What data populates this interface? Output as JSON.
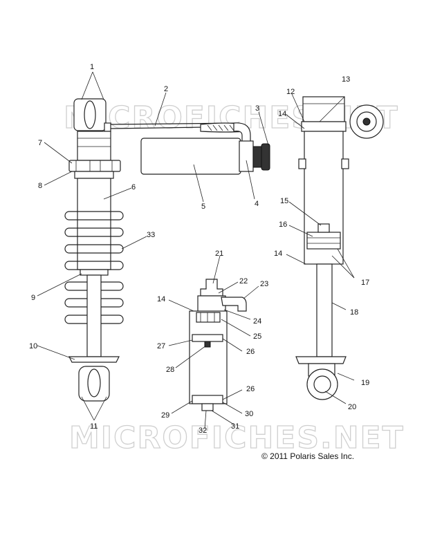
{
  "watermark": "MICROFICHES.NET",
  "copyright": "© 2011 Polaris Sales Inc.",
  "callouts": {
    "c1": "1",
    "c2": "2",
    "c3": "3",
    "c4": "4",
    "c5": "5",
    "c6": "6",
    "c7": "7",
    "c8": "8",
    "c9": "9",
    "c10": "10",
    "c11": "11",
    "c12": "12",
    "c13": "13",
    "c14a": "14",
    "c14b": "14",
    "c14c": "14",
    "c15": "15",
    "c16": "16",
    "c17": "17",
    "c18": "18",
    "c19": "19",
    "c20": "20",
    "c21": "21",
    "c22": "22",
    "c23": "23",
    "c24": "24",
    "c25": "25",
    "c26a": "26",
    "c26b": "26",
    "c27": "27",
    "c28": "28",
    "c29": "29",
    "c30": "30",
    "c31": "31",
    "c32": "32",
    "c33": "33"
  }
}
